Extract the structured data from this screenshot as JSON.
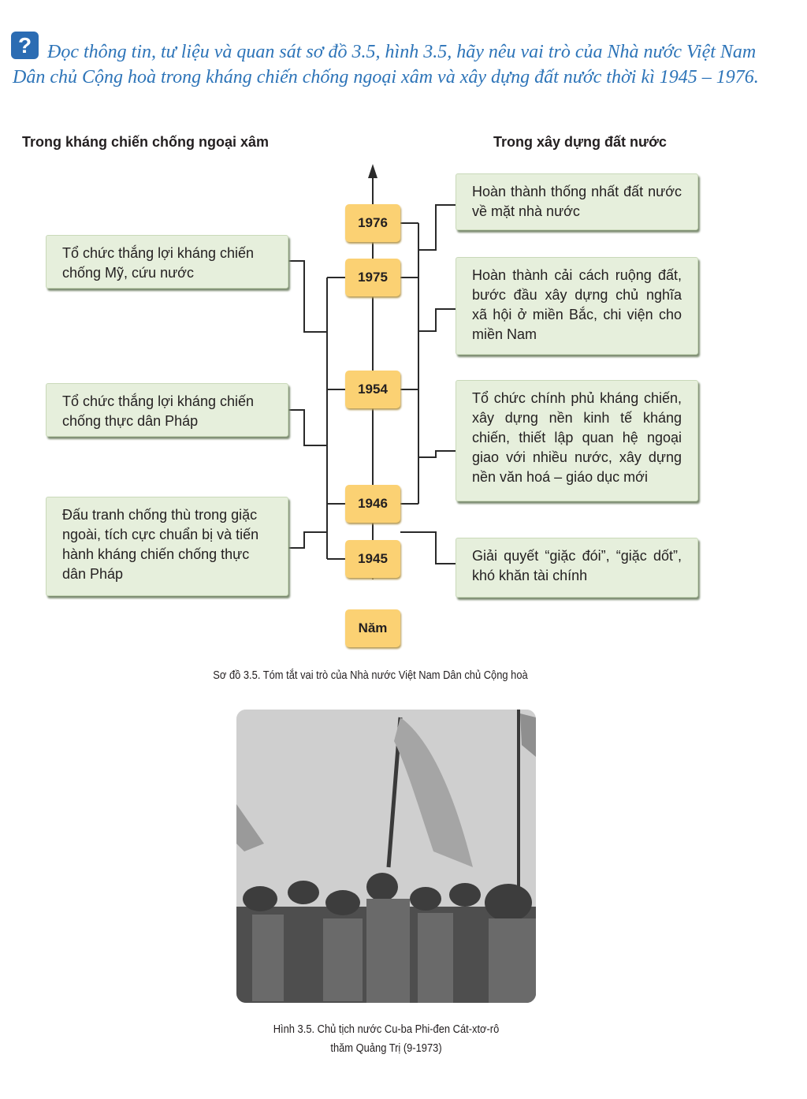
{
  "question": {
    "icon": "?",
    "text": "Đọc thông tin, tư liệu và quan sát sơ đồ 3.5, hình 3.5, hãy nêu vai trò của Nhà nước Việt Nam Dân chủ Cộng hoà trong kháng chiến chống ngoại xâm và xây dựng đất nước thời kì 1945 – 1976."
  },
  "diagram": {
    "left_heading": "Trong kháng chiến chống ngoại xâm",
    "right_heading": "Trong xây dựng đất nước",
    "axis_label": "Năm",
    "years": [
      "1976",
      "1975",
      "1954",
      "1946",
      "1945"
    ],
    "left_items": [
      "Tổ chức thắng lợi kháng chiến chống Mỹ, cứu nước",
      "Tổ chức thắng lợi kháng chiến chống thực dân Pháp",
      "Đấu tranh chống thù trong giặc ngoài, tích cực chuẩn bị và tiến hành kháng chiến chống thực dân Pháp"
    ],
    "right_items": [
      "Hoàn thành thống nhất đất nước về mặt nhà nước",
      "Hoàn thành cải cách ruộng đất, bước đầu xây dựng chủ nghĩa xã hội ở miền Bắc, chi viện cho miền Nam",
      "Tổ chức chính phủ kháng chiến, xây dựng nền kinh tế kháng chiến, thiết lập quan hệ ngoại giao với nhiều nước, xây dựng nền văn hoá – giáo dục mới",
      "Giải quyết “giặc đói”, “giặc dốt”, khó khăn tài chính"
    ],
    "caption": "Sơ đồ 3.5. Tóm tắt vai trò của Nhà nước Việt Nam Dân chủ Cộng hoà"
  },
  "figure": {
    "caption_line1": "Hình 3.5. Chủ tịch nước Cu-ba Phi-đen Cát-xtơ-rô",
    "caption_line2": "thăm Quảng Trị (9-1973)"
  },
  "colors": {
    "question_text": "#2d74b8",
    "box_fill": "#e6efdc",
    "year_fill": "#fbd173"
  }
}
